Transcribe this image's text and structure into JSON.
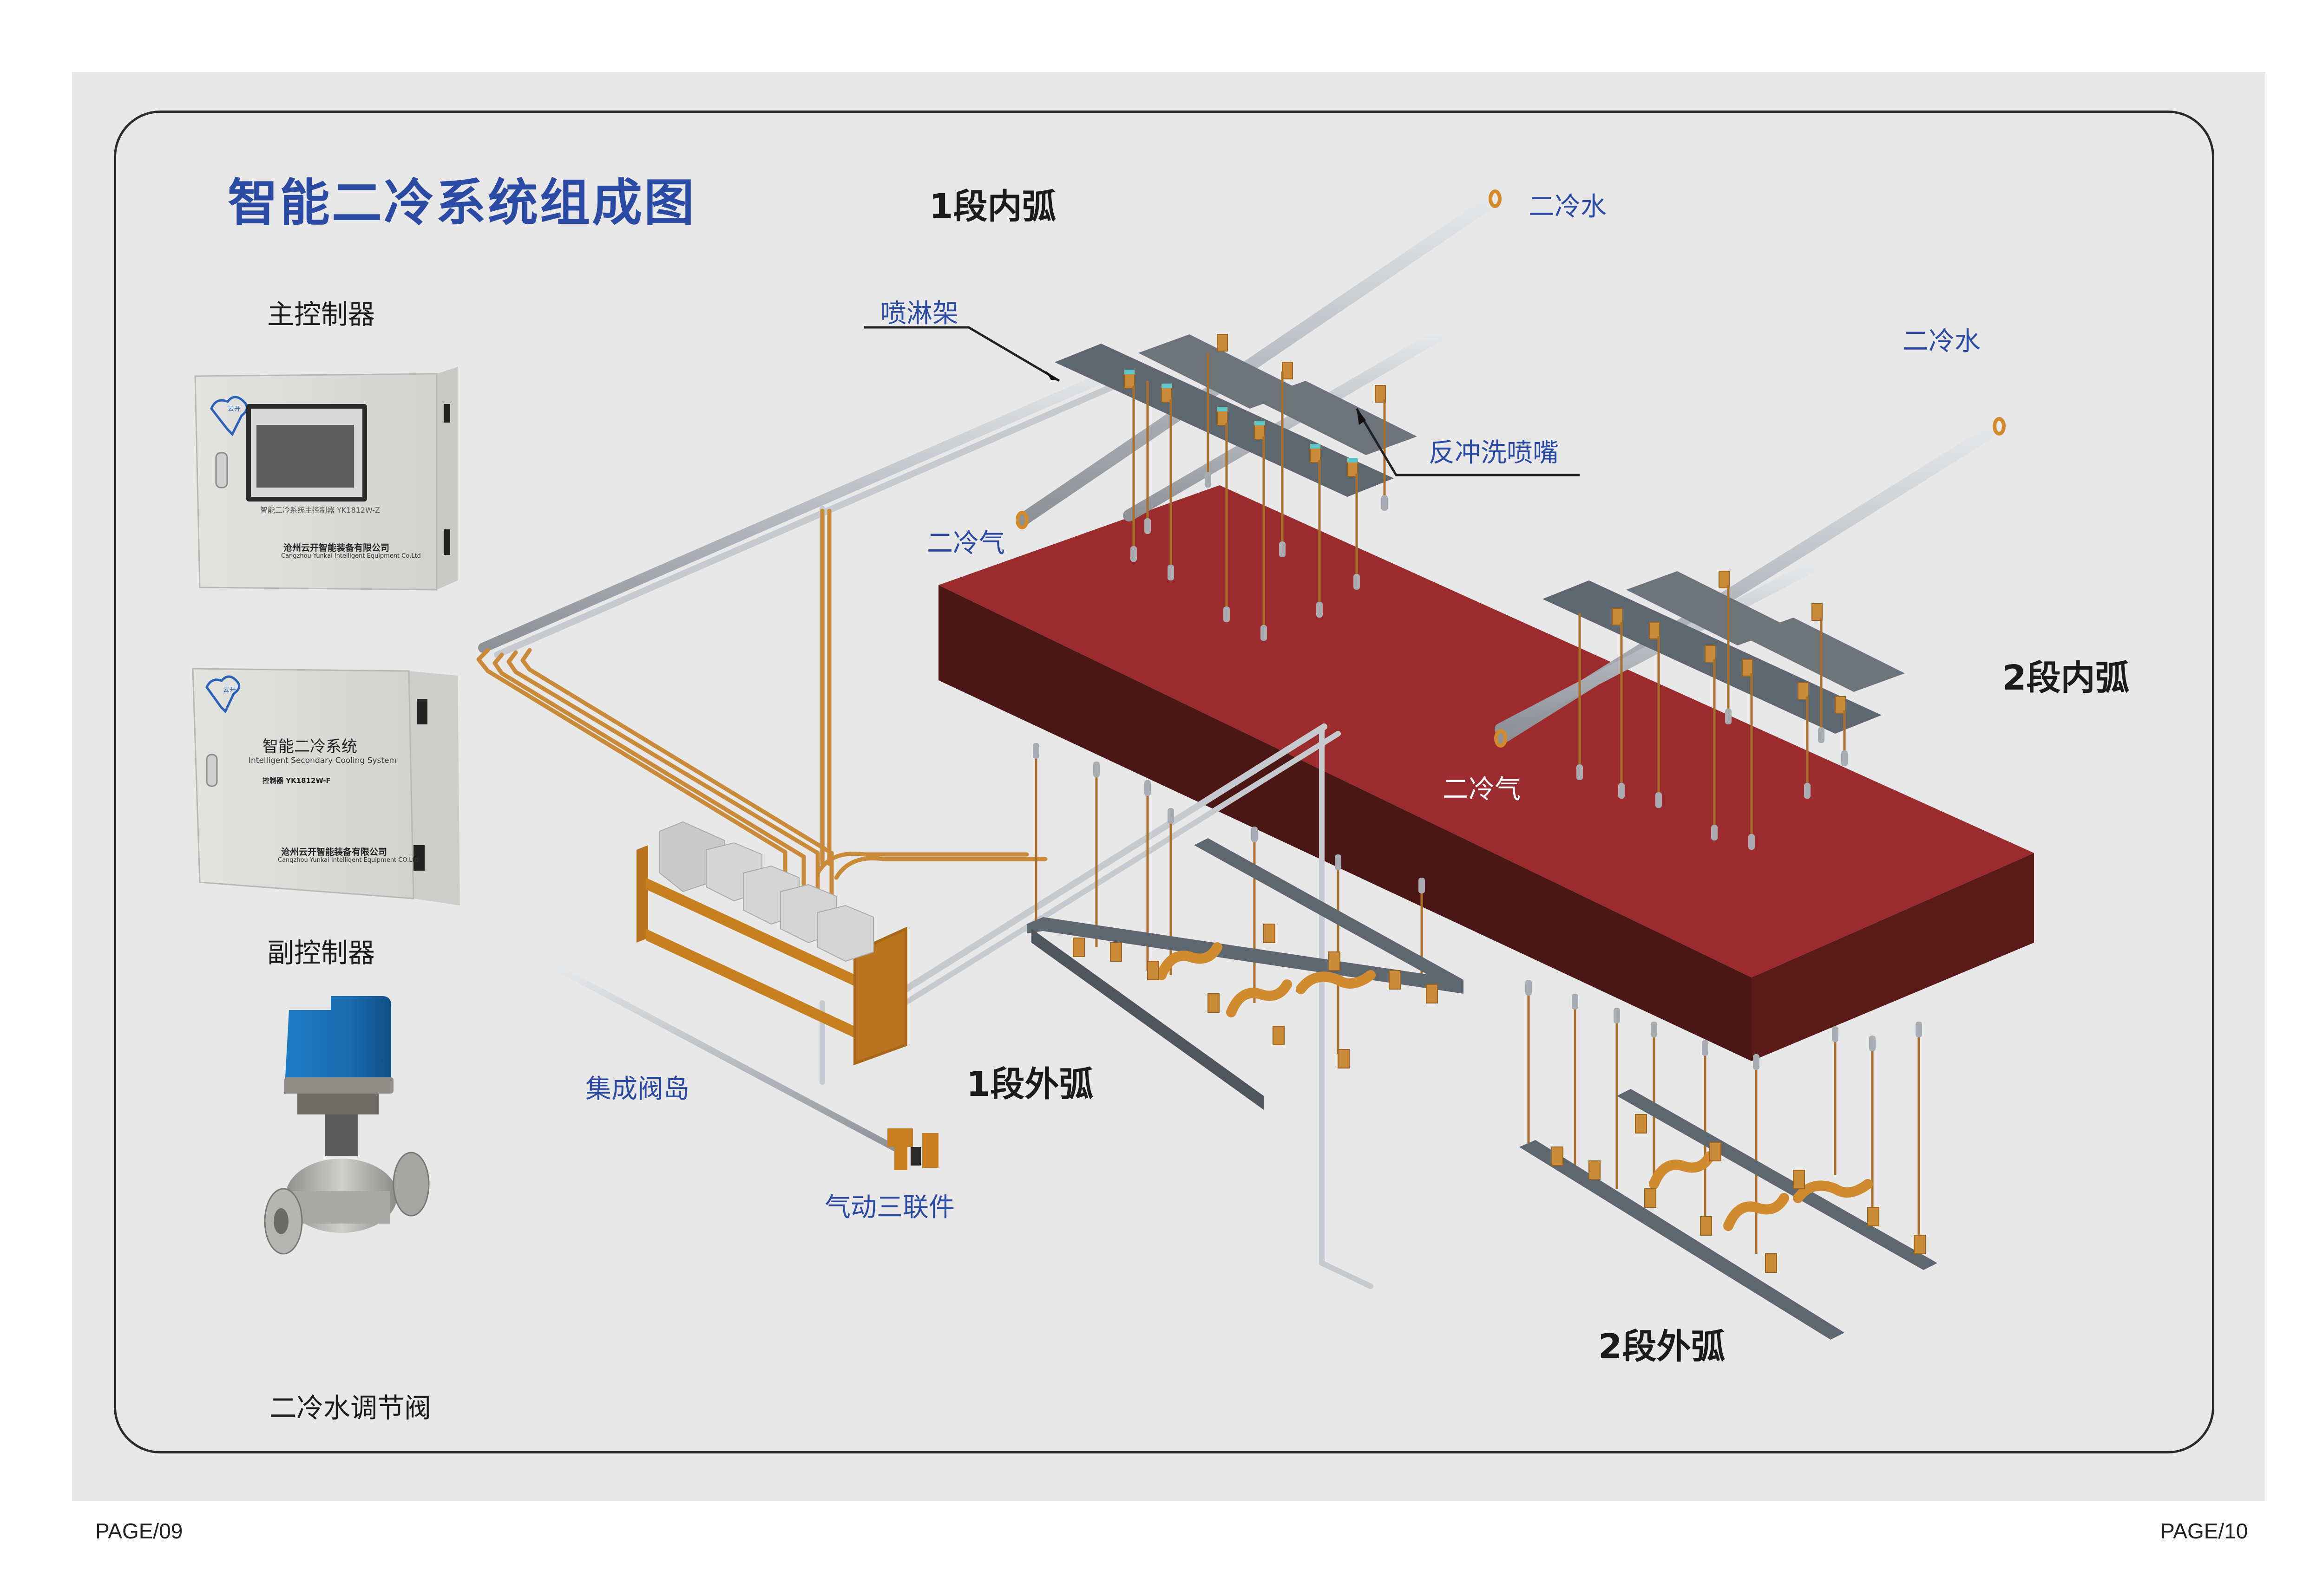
{
  "page": {
    "title": "智能二冷系统组成图",
    "page_left": "PAGE/09",
    "page_right": "PAGE/10"
  },
  "left_column": {
    "main_controller": {
      "caption": "主控制器",
      "panel_line1": "智能二冷系统主控制器 YK1812W-Z",
      "company_cn": "沧州云开智能装备有限公司",
      "company_en": "Cangzhou Yunkai Intelligent Equipment Co.Ltd",
      "logo_text": "云开"
    },
    "sub_controller": {
      "caption": "副控制器",
      "panel_title_cn": "智能二冷系统",
      "panel_title_en": "Intelligent Secondary Cooling System",
      "model": "控制器 YK1812W-F",
      "company_cn": "沧州云开智能装备有限公司",
      "company_en": "Cangzhou Yunkai Intelligent Equipment CO.Ltd",
      "logo_text": "云开"
    },
    "valve": {
      "caption": "二冷水调节阀"
    }
  },
  "diagram": {
    "sections": {
      "seg1_inner": "1段内弧",
      "seg2_inner": "2段内弧",
      "seg1_outer": "1段外弧",
      "seg2_outer": "2段外弧"
    },
    "callouts": {
      "spray_rack": "喷淋架",
      "backflush_nozzle": "反冲洗喷嘴",
      "valve_island": "集成阀岛",
      "pneumatic_triple": "气动三联件",
      "water_1": "二冷水",
      "water_2": "二冷水",
      "air_1": "二冷气",
      "air_2": "二冷气"
    },
    "colors": {
      "title_blue": "#2b4aa4",
      "slab_top": "#9a2c30",
      "slab_side": "#4a1616",
      "slab_front": "#5a1a1a",
      "copper": "#c98a3a",
      "steel": "#b9bdc2",
      "frame_gray": "#5f676e"
    }
  }
}
